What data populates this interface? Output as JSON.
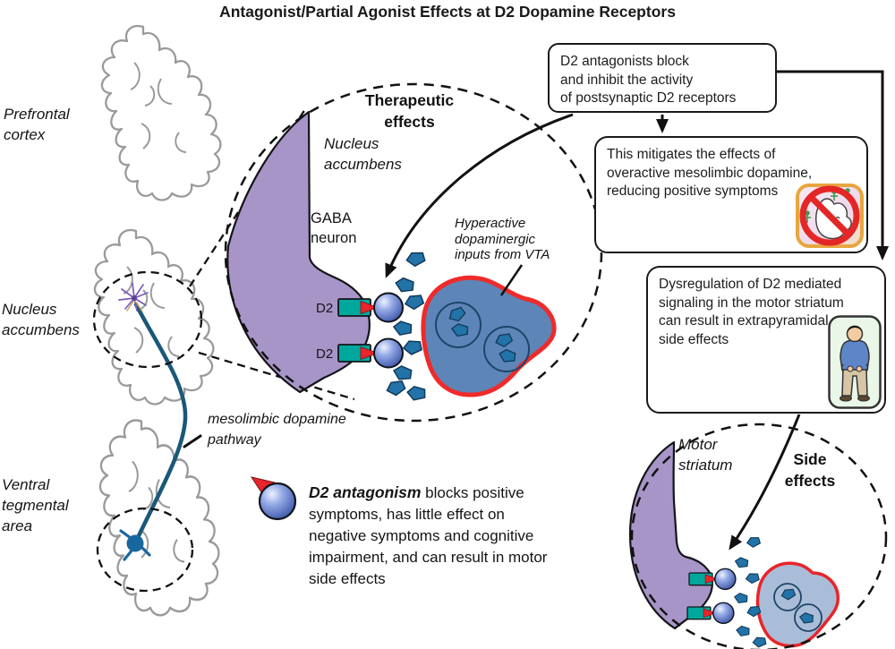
{
  "title": "Antagonist/Partial Agonist Effects at D2 Dopamine Receptors",
  "brain_labels": {
    "prefrontal": [
      "Prefrontal",
      "cortex"
    ],
    "nucleus_accumbens": [
      "Nucleus",
      "accumbens"
    ],
    "ventral_tegmental": [
      "Ventral",
      "tegmental",
      "area"
    ],
    "pathway": [
      "mesolimbic dopamine",
      "pathway"
    ]
  },
  "therapeutic_panel": {
    "heading": [
      "Therapeutic",
      "effects"
    ],
    "region": [
      "Nucleus",
      "accumbens"
    ],
    "gaba_neuron": [
      "GABA",
      "neuron"
    ],
    "hyperactive_inputs": [
      "Hyperactive",
      "dopaminergic",
      "inputs from VTA"
    ],
    "receptor_label": "D2"
  },
  "side_panel": {
    "region": [
      "Motor",
      "striatum"
    ],
    "heading": [
      "Side",
      "effects"
    ]
  },
  "callouts": {
    "box1": {
      "lines": [
        "D2 antagonists block",
        "and inhibit the activity",
        "of postsynaptic D2 receptors"
      ]
    },
    "box2": {
      "lines": [
        "This mitigates the effects of",
        "overactive mesolimbic dopamine,",
        "reducing positive symptoms"
      ]
    },
    "box3": {
      "lines": [
        "Dysregulation of D2 mediated",
        "signaling in the motor striatum",
        "can result in extrapyramidal",
        "side effects"
      ]
    }
  },
  "legend": {
    "lead": "D2 antagonism",
    "lines": [
      " blocks positive",
      "symptoms, has little effect on",
      "negative symptoms and cognitive",
      "impairment, and can result in motor",
      "side effects"
    ]
  },
  "colors": {
    "neuron_purple": "#a795c8",
    "receptor_teal": "#00a79d",
    "antagonist_red": "#e8252a",
    "dopamine_blue": "#2173a8",
    "vta_terminal_blue": "#5d85b8",
    "striatum_terminal_blue": "#a9bdd9",
    "pathway_teal": "#1b5878"
  }
}
